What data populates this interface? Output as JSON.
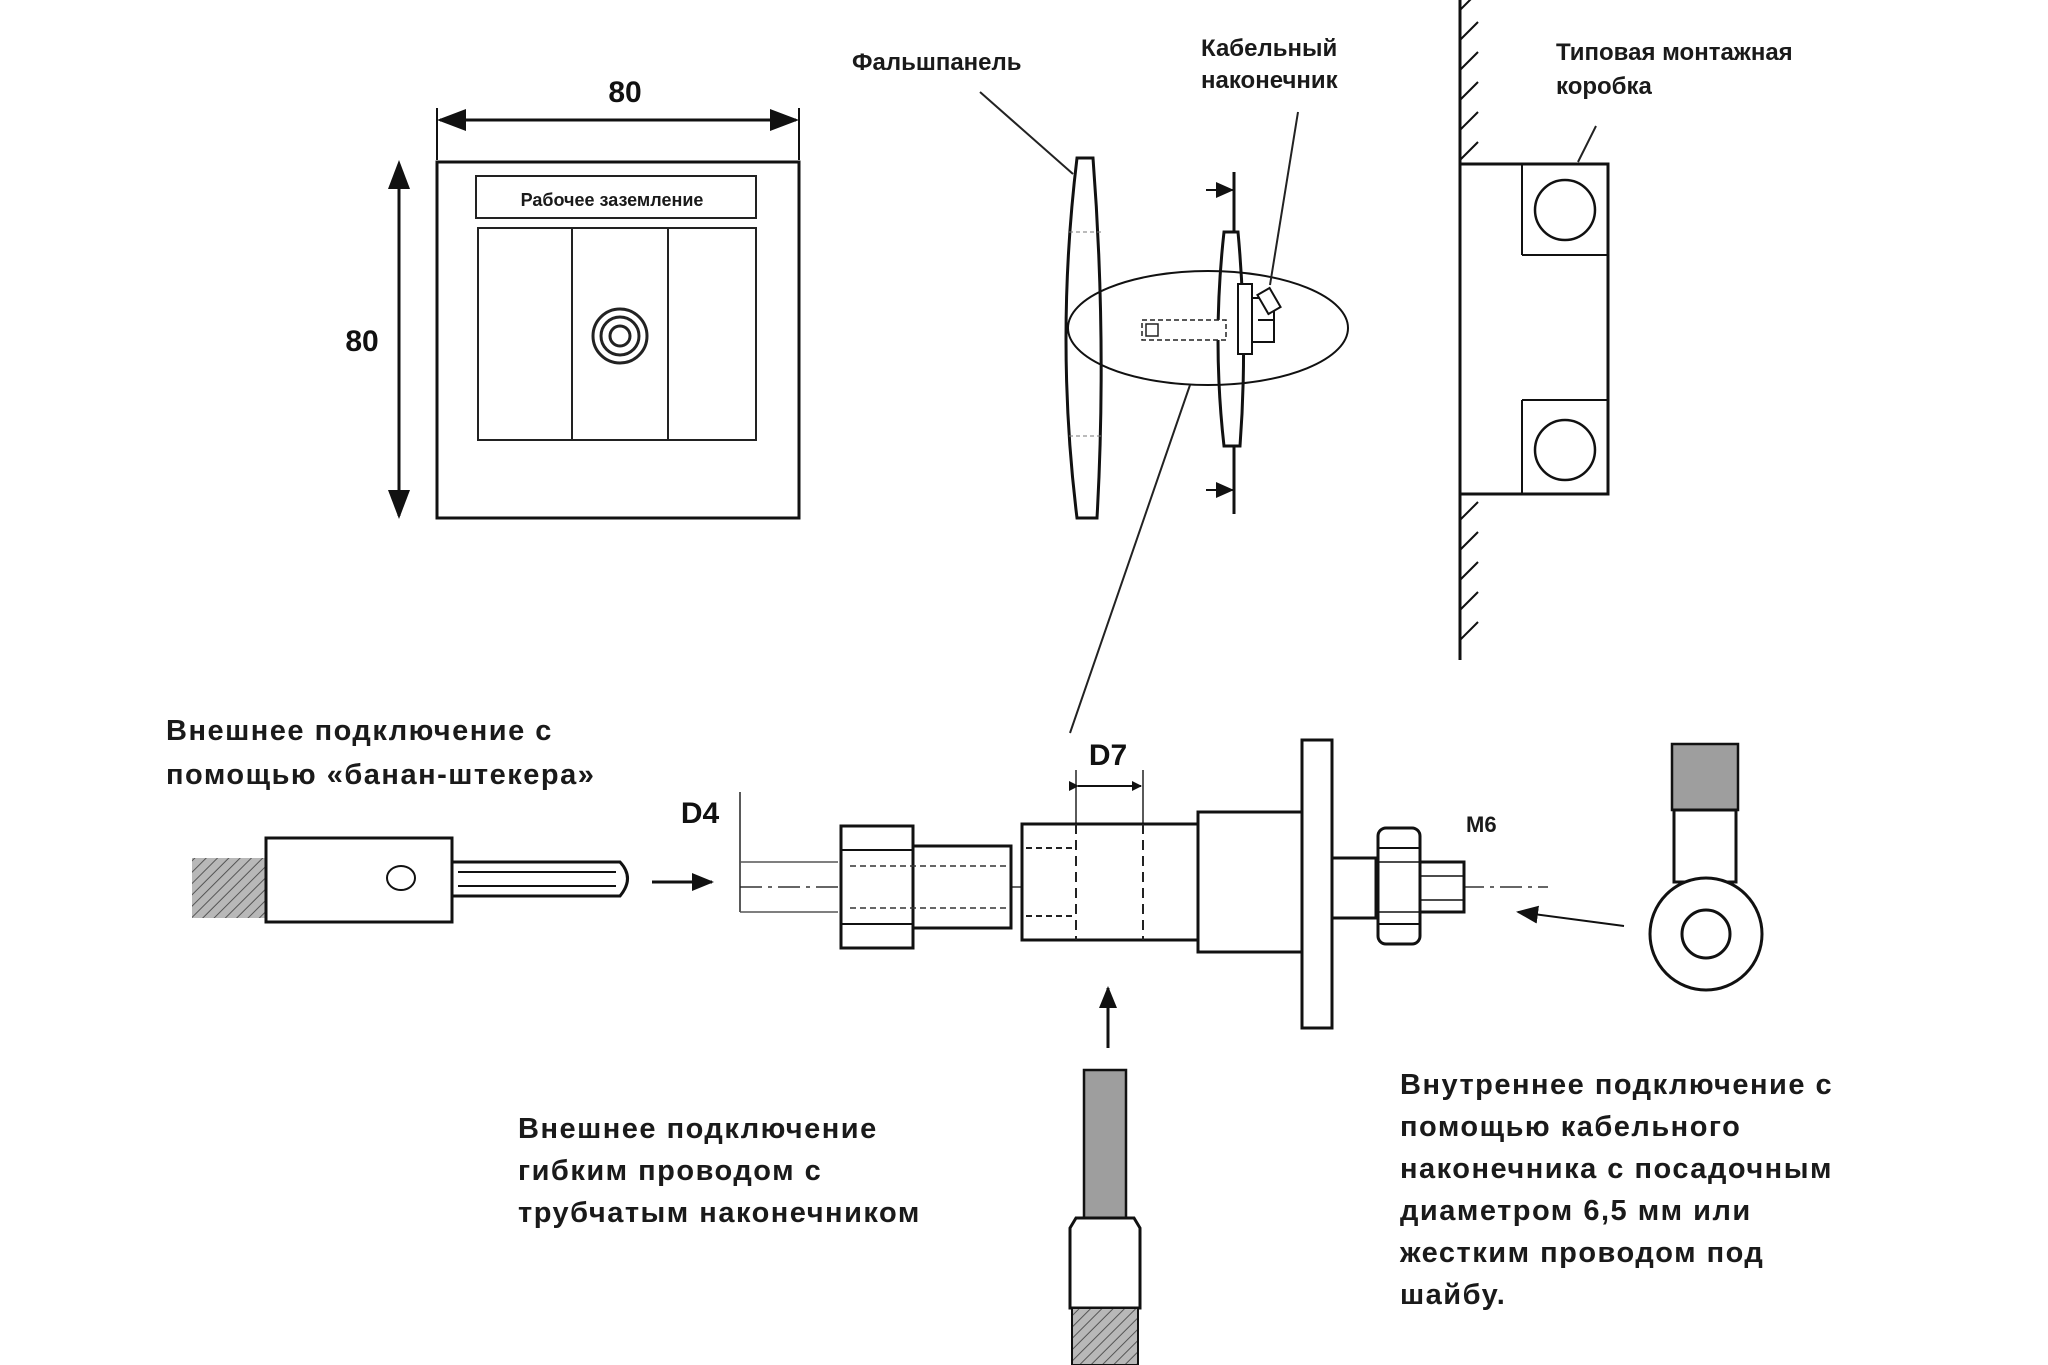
{
  "top_view": {
    "width_label": "80",
    "height_label": "80",
    "plate_label": "Рабочее заземление"
  },
  "callouts": {
    "false_panel": "Фальшпанель",
    "cable_lug": [
      "Кабельный",
      "наконечник"
    ],
    "mounting_box": [
      "Типовая монтажная",
      "коробка"
    ]
  },
  "assembly": {
    "d4": "D4",
    "d7": "D7",
    "m6": "M6"
  },
  "notes": {
    "banana": [
      "Внешнее подключение с",
      "помощью «банан-штекера»"
    ],
    "flexible": [
      "Внешнее подключение",
      "гибким проводом с",
      "трубчатым наконечником"
    ],
    "internal": [
      "Внутреннее подключение с",
      "помощью кабельного",
      "наконечника с посадочным",
      "диаметром 6,5 мм или",
      "жестким проводом под",
      "шайбу."
    ]
  }
}
